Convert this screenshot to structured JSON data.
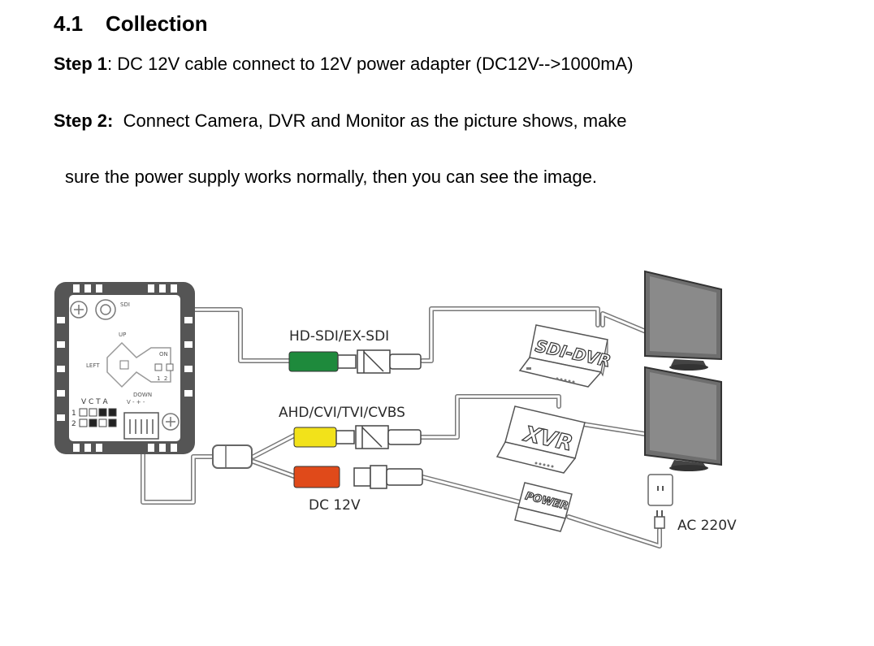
{
  "section": {
    "number": "4.1",
    "title": "Collection"
  },
  "steps": [
    {
      "label": "Step 1",
      "sep": ": ",
      "text": "DC 12V cable connect to 12V power adapter (DC12V-->1000mA)"
    },
    {
      "label": "Step 2:",
      "sep": "  ",
      "text": "Connect Camera, DVR and Monitor as the picture shows, make"
    },
    {
      "continuation": "sure the power supply works normally, then you can see the image."
    }
  ],
  "diagram": {
    "labels": {
      "hd_sdi": "HD-SDI/EX-SDI",
      "ahd": "AHD/CVI/TVI/CVBS",
      "dc12v": "DC 12V",
      "ac220v": "AC 220V"
    },
    "devices": {
      "sdi_dvr": "SDI-DVR",
      "xvr": "XVR",
      "power": "POWER"
    },
    "board_markings": {
      "sdi": "SDI",
      "up": "UP",
      "left": "LEFT",
      "on": "ON",
      "switch_nums": "1  2",
      "down": "DOWN",
      "vcta": "V C T A",
      "row1": "1",
      "row2": "2",
      "pins": "V - + -"
    },
    "connector_colors": {
      "green": "#1e8a3c",
      "yellow": "#f2e21a",
      "red": "#e04a1a"
    }
  }
}
